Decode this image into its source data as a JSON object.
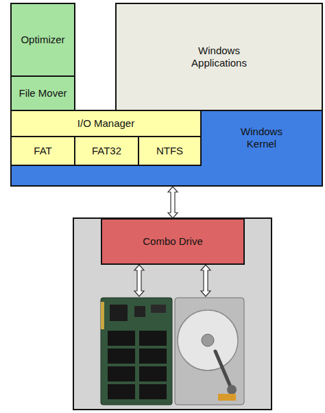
{
  "diagram": {
    "nodes": [
      {
        "text": [
          "Optimizer"
        ]
      },
      {
        "text": [
          "File Mover"
        ]
      },
      {
        "text": [
          "Windows Applications"
        ]
      },
      {
        "text": [
          "Windows Kernel"
        ]
      },
      {
        "text": [
          "I/O Manager"
        ],
        "in": 3
      },
      {
        "text": [
          "FAT"
        ],
        "in": 4
      },
      {
        "text": [
          "FAT32"
        ],
        "in": 4
      },
      {
        "text": [
          "NTFS"
        ],
        "in": 4
      },
      {
        "text": [
          "Combo Drive"
        ]
      }
    ],
    "edges": [
      {
        "from": 3,
        "to": 8,
        "arrow": "both"
      }
    ]
  }
}
